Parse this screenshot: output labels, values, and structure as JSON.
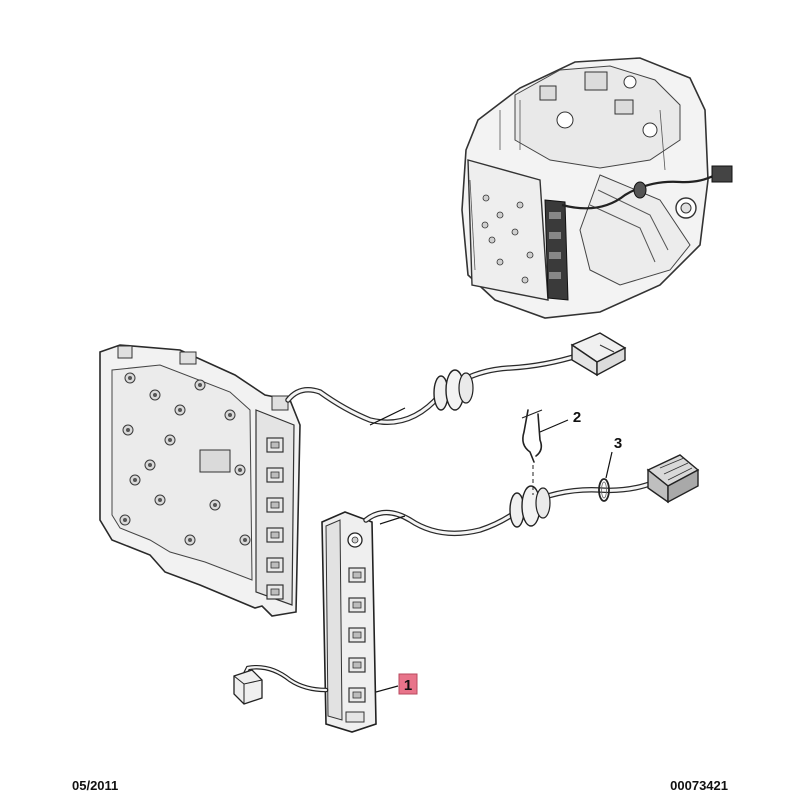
{
  "diagram": {
    "callouts": [
      {
        "number": "1",
        "highlighted": true
      },
      {
        "number": "2",
        "highlighted": false
      },
      {
        "number": "3",
        "highlighted": false
      }
    ]
  },
  "footer": {
    "date": "05/2011",
    "reference": "00073421"
  },
  "colors": {
    "highlight": "#e8748a",
    "line": "#2a2a2a",
    "part_fill": "#f2f2f2"
  }
}
